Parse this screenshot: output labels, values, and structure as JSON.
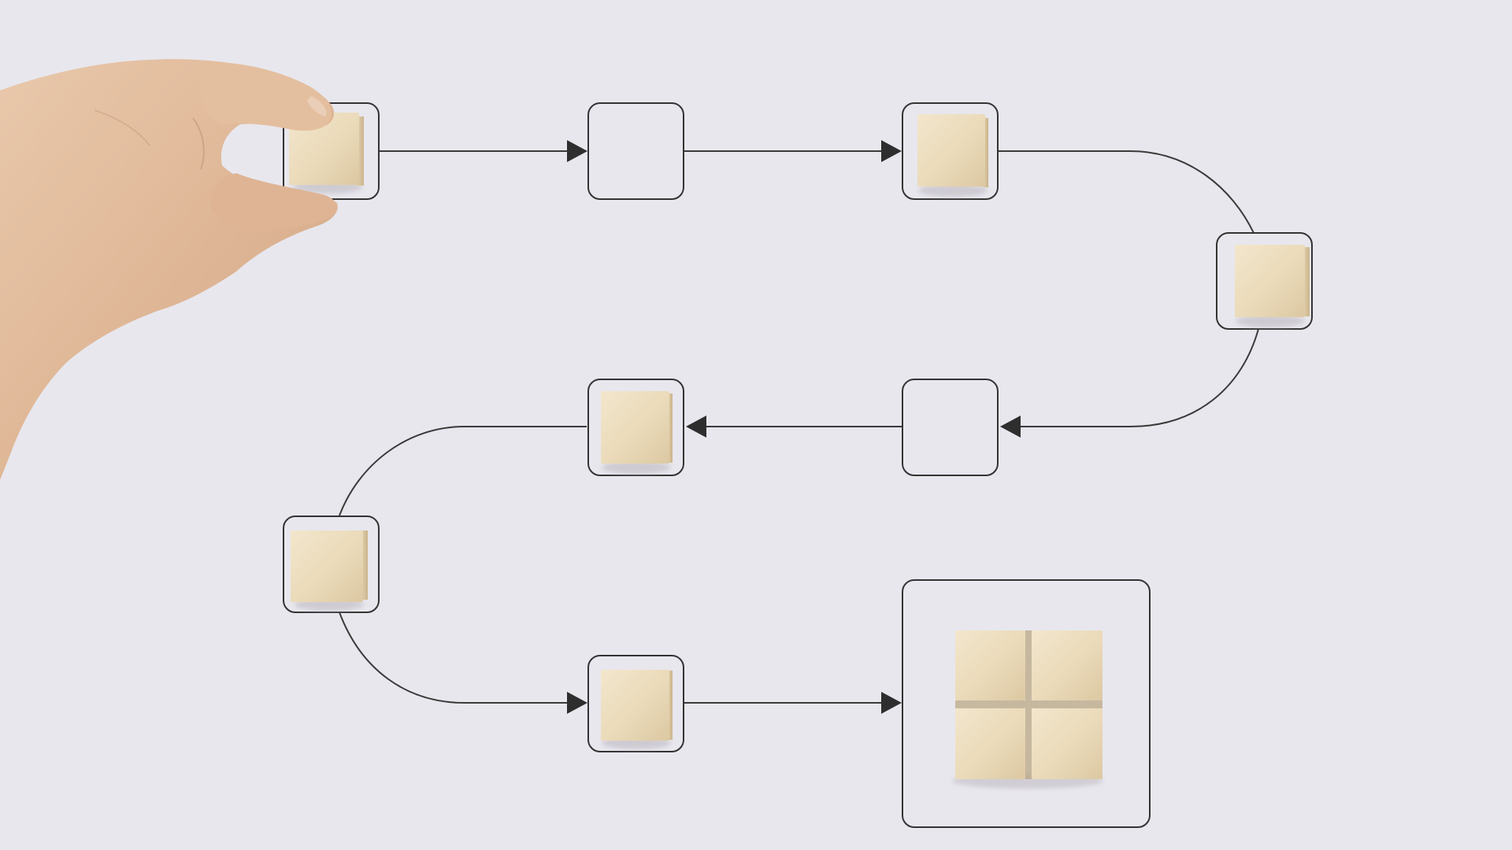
{
  "scene": {
    "background_color": "#E8E7EE",
    "line_color": "#3A3A3A",
    "block_color": "#EEDFC1",
    "skin_color": "#E6C3A5"
  },
  "process": {
    "steps": [
      {
        "row": 1,
        "col": 1,
        "filled": true,
        "held": true
      },
      {
        "row": 1,
        "col": 2,
        "filled": false
      },
      {
        "row": 1,
        "col": 3,
        "filled": true
      },
      {
        "row": 2,
        "col": 4,
        "filled": true
      },
      {
        "row": 3,
        "col": 3,
        "filled": false
      },
      {
        "row": 3,
        "col": 2,
        "filled": true
      },
      {
        "row": 4,
        "col": 1,
        "filled": true
      },
      {
        "row": 5,
        "col": 2,
        "filled": true
      }
    ],
    "final": {
      "blocks": 4,
      "grid": "2x2"
    }
  }
}
